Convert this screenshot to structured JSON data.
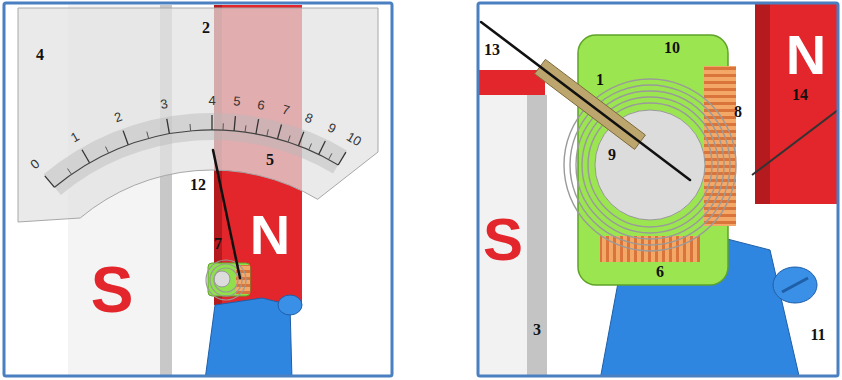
{
  "diagram": {
    "labels": [
      "4",
      "2",
      "0",
      "1",
      "2",
      "3",
      "4",
      "5",
      "6",
      "7",
      "8",
      "9",
      "10",
      "5",
      "12",
      "7",
      "S",
      "N",
      "13",
      "1",
      "10",
      "14",
      "8",
      "9",
      "6",
      "3",
      "11",
      "S",
      "N"
    ]
  }
}
